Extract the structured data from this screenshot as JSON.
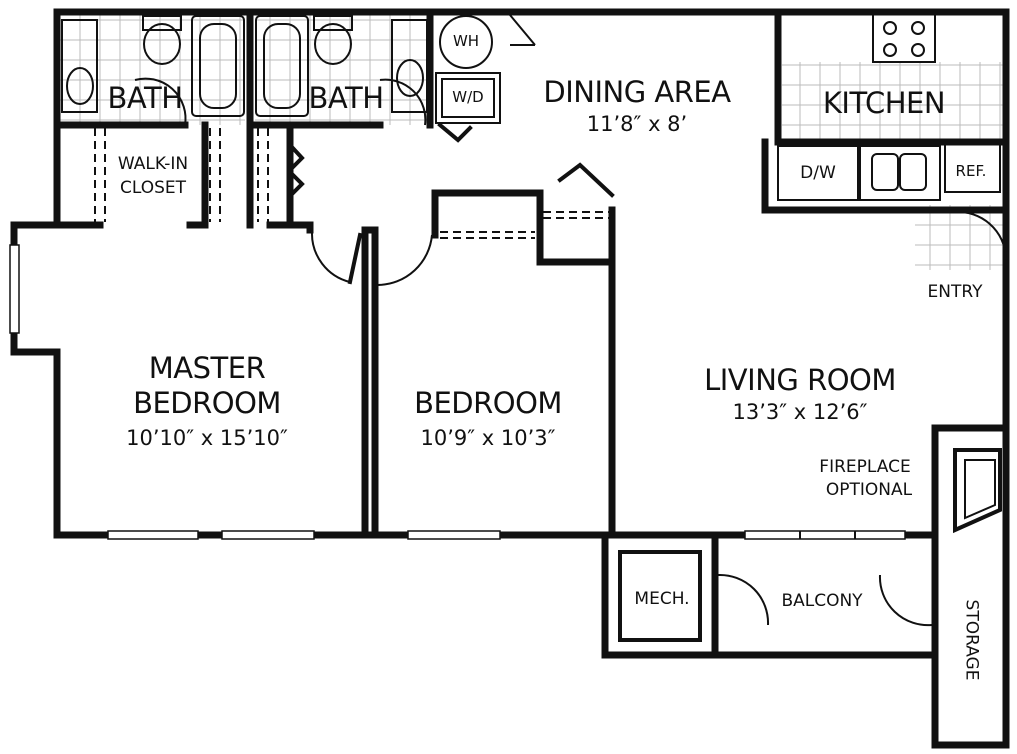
{
  "rooms": {
    "dining": {
      "name": "DINING AREA",
      "dims": "11’8″ x 8’"
    },
    "kitchen": {
      "name": "KITCHEN"
    },
    "bath_left": {
      "name": "BATH"
    },
    "bath_right": {
      "name": "BATH"
    },
    "closet": {
      "line1": "WALK-IN",
      "line2": "CLOSET"
    },
    "master": {
      "line1": "MASTER",
      "line2": "BEDROOM",
      "dims": "10’10″ x 15’10″"
    },
    "bedroom": {
      "name": "BEDROOM",
      "dims": "10’9″ x 10’3″"
    },
    "living": {
      "name": "LIVING ROOM",
      "dims": "13’3″ x 12’6″"
    },
    "entry": {
      "name": "ENTRY"
    },
    "fireplace": {
      "line1": "FIREPLACE",
      "line2": "OPTIONAL"
    },
    "mech": {
      "name": "MECH."
    },
    "balcony": {
      "name": "BALCONY"
    },
    "storage": {
      "name": "STORAGE"
    }
  },
  "fixtures": {
    "water_heater": "WH",
    "washer_dryer": "W/D",
    "dishwasher": "D/W",
    "refrigerator": "REF."
  }
}
